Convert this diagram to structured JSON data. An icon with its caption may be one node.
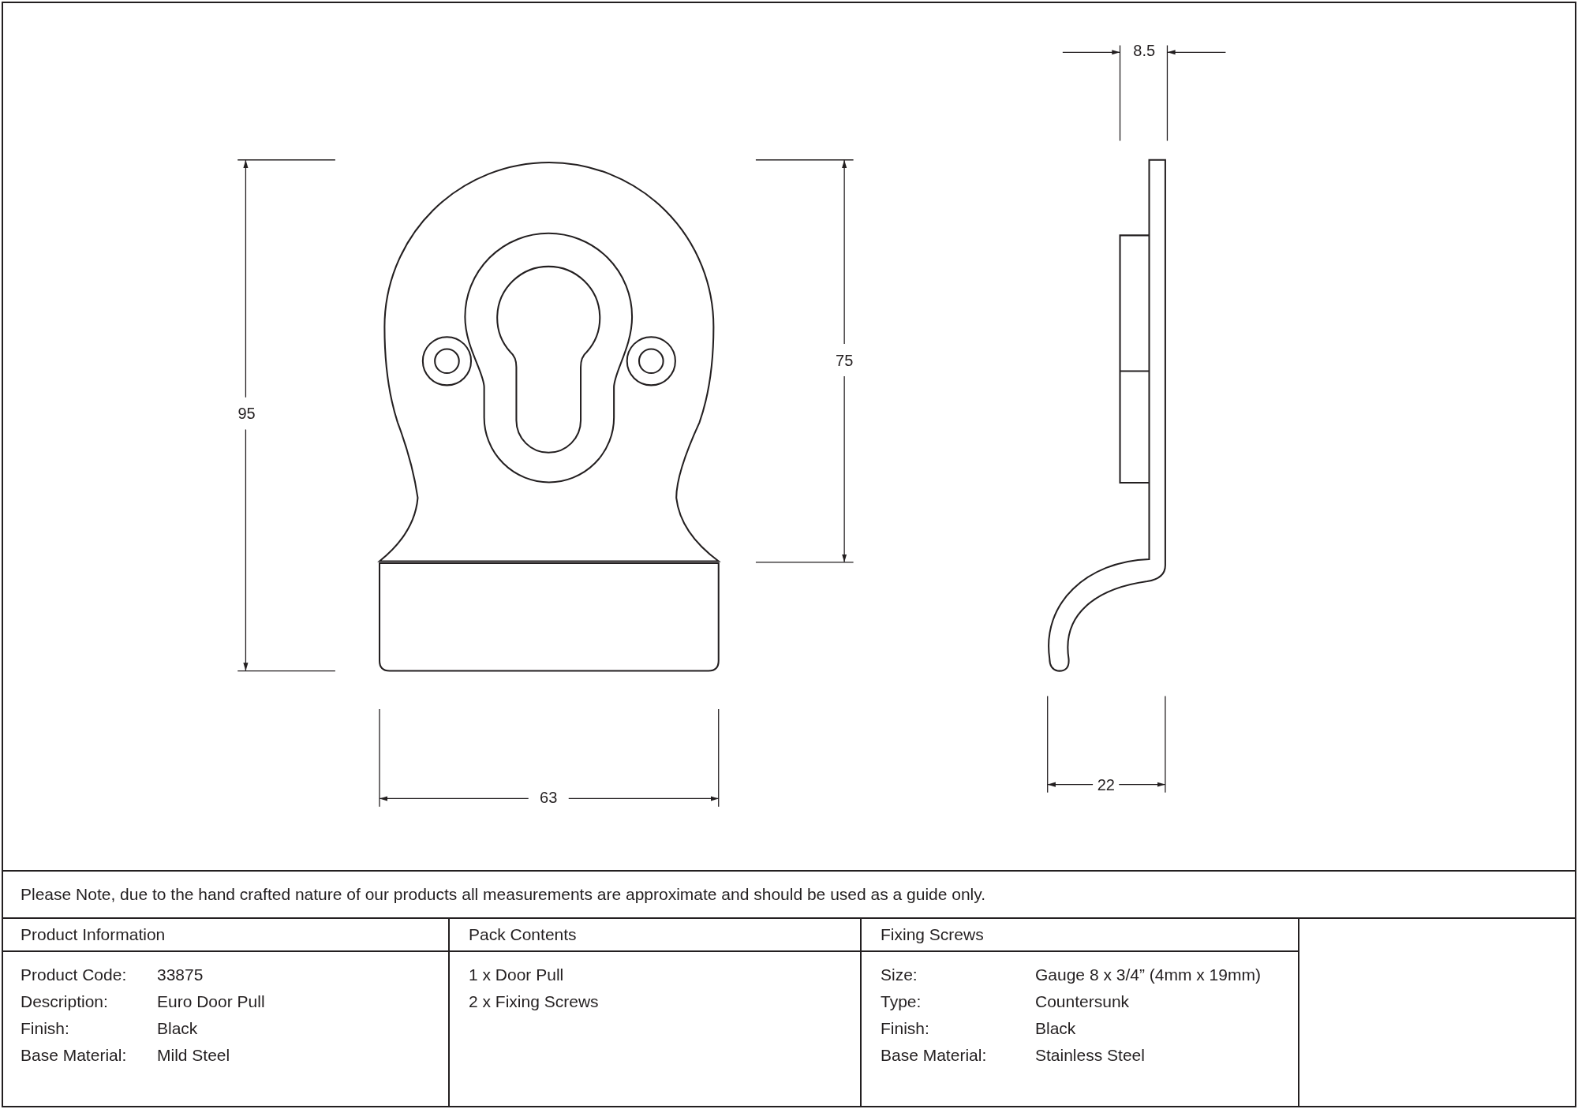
{
  "diagram": {
    "labels": [
      "95",
      "75",
      "63",
      "8.5",
      "22",
      "Please Note, due to the hand crafted nature of our products all measurements are approximate and should be used as a guide only.",
      "Product Information",
      "Pack Contents",
      "Fixing Screws",
      "Product Code:",
      "33875",
      "Description:",
      "Euro Door Pull",
      "Finish:",
      "Black",
      "Base Material:",
      "Mild Steel",
      "1 x Door Pull",
      "2 x Fixing Screws",
      "Size:",
      "Gauge 8 x 3/4” (4mm x 19mm)",
      "Type:",
      "Countersunk",
      "Finish:",
      "Black",
      "Base Material:",
      "Stainless Steel"
    ]
  }
}
